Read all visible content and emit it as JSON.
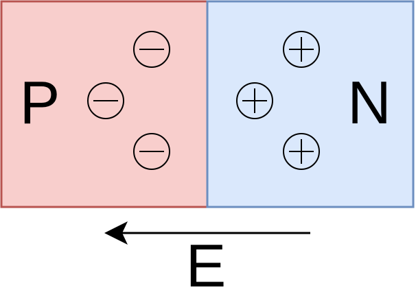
{
  "p_region": {
    "label": "P",
    "fill": "#f8cecc",
    "stroke": "#b85450",
    "charge_icon": "minus-circle-icon",
    "charges": 3
  },
  "n_region": {
    "label": "N",
    "fill": "#dae8fc",
    "stroke": "#6c8ebf",
    "charge_icon": "plus-circle-icon",
    "charges": 3
  },
  "field": {
    "label": "E",
    "direction": "left",
    "color": "#000000"
  }
}
